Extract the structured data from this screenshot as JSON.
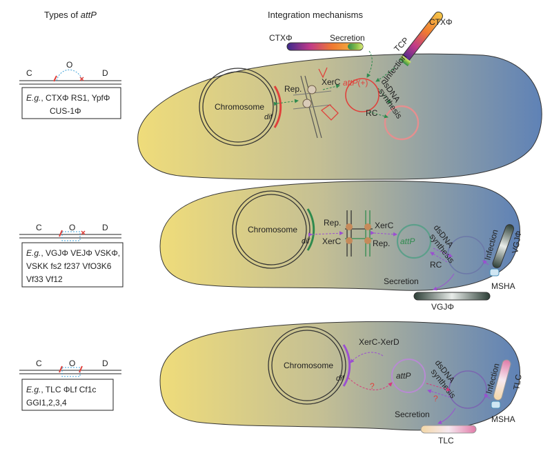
{
  "headers": {
    "left": "Types of attP",
    "left_prefix": "Types of ",
    "left_italic": "attP",
    "right": "Integration mechanisms"
  },
  "colors": {
    "cell_left": "#ecd97a",
    "cell_right": "#5f82b6",
    "red": "#e0413b",
    "green": "#2f8a4e",
    "purple": "#9b4fd1",
    "pink": "#f06c94"
  },
  "panels": [
    {
      "attp_labels": {
        "left": "C",
        "middle": "O",
        "right": "D"
      },
      "examples_eg": "E.g.",
      "examples_line1": ", CTXΦ RS1, YpfΦ",
      "examples_line2": "CUS-1Φ",
      "chromosome": "Chromosome",
      "dif": "dif",
      "rep": "Rep.",
      "xerc": "XerC",
      "attp": "attP",
      "attp_suffix": "(+)",
      "dsdna": "dsDNA",
      "synthesis": "synthesis",
      "rc": "RC",
      "secretion": "Secretion",
      "infection": "Infection",
      "phage_left": "CTXΦ",
      "phage_right": "CTXΦ",
      "tcp": "TCP"
    },
    {
      "attp_labels": {
        "left": "C",
        "middle": "O",
        "right": "D"
      },
      "examples_eg": "E.g.",
      "examples_line1": ", VGJΦ VEJΦ VSKΦ,",
      "examples_line2": "VSKK fs2 f237 VfO3K6",
      "examples_line3": "Vf33 Vf12",
      "chromosome": "Chromosome",
      "dif": "dif",
      "rep_top": "Rep.",
      "xerc_bottom": "XerC",
      "xerc_top": "XerC",
      "rep_bottom": "Rep.",
      "attp": "attP",
      "dsdna": "dsDNA",
      "synthesis": "synthesis",
      "rc": "RC",
      "secretion": "Secretion",
      "infection": "Infection",
      "msha": "MSHA",
      "phage_right": "VGJΦ",
      "phage_bottom": "VGJΦ"
    },
    {
      "attp_labels": {
        "left": "C",
        "middle": "O",
        "right": "D"
      },
      "examples_eg": "E.g.",
      "examples_line1": ", TLC ΦLf Cf1c",
      "examples_line2": "GGI1,2,3,4",
      "chromosome": "Chromosome",
      "dif": "dif",
      "xercd": "XerC-XerD",
      "q1": "?",
      "q2": "?",
      "attp": "attP",
      "dsdna": "dsDNA",
      "synthesis": "synthesis",
      "secretion": "Secretion",
      "infection": "Infection",
      "msha": "MSHA",
      "phage_right": "TLC",
      "phage_bottom": "TLC"
    }
  ]
}
